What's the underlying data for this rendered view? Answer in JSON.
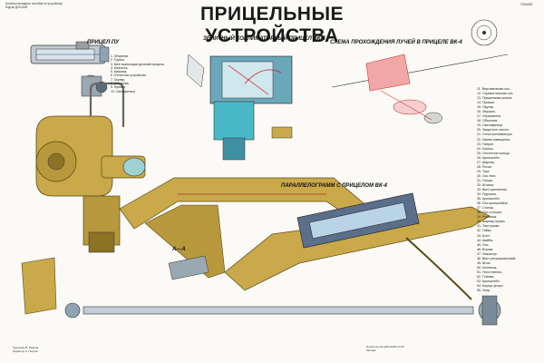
{
  "header": {
    "note_line1": "Альбом наглядных пособий по устройству",
    "note_line2": "Изд-во ДОСААФ",
    "right_tag": "ПЛАКАТ"
  },
  "title": "ПРИЦЕЛЬНЫЕ УСТРОЙСТВА",
  "sections": {
    "pu": "ПРИЦЕЛ ПУ",
    "vk4": "ЗЕНИТНЫЙ КОЛЛИМАТОРНЫЙ ПРИЦЕЛ ВК-4",
    "rays": "СХЕМА ПРОХОЖДЕНИЯ ЛУЧЕЙ В ПРИЦЕЛЕ ВК-4",
    "parallelogram": "ПАРАЛЛЕЛОГРАММ С ПРИЦЕЛОМ ВК-4",
    "section_aa": "А—А"
  },
  "pu_legend": [
    "1. Объектив.",
    "2. Трубка.",
    "3. Винт выносящих делений прицела.",
    "4. Колпачок.",
    "5. Маховик.",
    "6. Отсчетное устройство.",
    "7. Окуляр.",
    "8. Наглазник.",
    "9. Призма.",
    "10. Светофильтр."
  ],
  "legend": [
    "11. Вертикальная ось.",
    "12. Горизонтальная ось.",
    "13. Прицельная шкала.",
    "14. Призма.",
    "15. Окуляр.",
    "16. Зеркало.",
    "17. Отражатель.",
    "18. Объектив.",
    "19. Светофильтр.",
    "20. Защитное стекло.",
    "21. Сетка коллиматора.",
    "22. Лампа освещения.",
    "23. Патрон.",
    "24. Корпус.",
    "25. Отсчетное кольцо.",
    "26. Кронштейн.",
    "27. Шарнир.",
    "28. Рычаг.",
    "29. Тяга.",
    "30. Ось тяги.",
    "31. Опора.",
    "32. Штанга.",
    "33. Винт крепления.",
    "34. Пружина.",
    "35. Кронштейн.",
    "36. Ось кронштейна.",
    "37. Стопор.",
    "38. Ось стопора.",
    "39. Рукоятка.",
    "40. Шарнир пушки.",
    "41. Тяга пушки.",
    "42. Гайка.",
    "43. Болт.",
    "44. Шайба.",
    "45. Ось.",
    "46. Втулка.",
    "47. Фиксатор.",
    "48. Винт регулировочный.",
    "49. Шток.",
    "50. Колпачок.",
    "51. Уплотнитель.",
    "52. Планка.",
    "53. Кронштейн.",
    "54. Корпус упора.",
    "55. Упор."
  ],
  "footer_left": [
    "Художник В. Иванов",
    "Редактор А. Петров"
  ],
  "footer_right": [
    "Издательство ДОСААФ СССР",
    "Москва"
  ],
  "colors": {
    "brass": "#c9a949",
    "brass_dark": "#8c7224",
    "steel": "#5b6e8a",
    "cyan_cut": "#49b9c9",
    "red_path": "#d9453d",
    "pink_beam": "#f2a7a7"
  }
}
